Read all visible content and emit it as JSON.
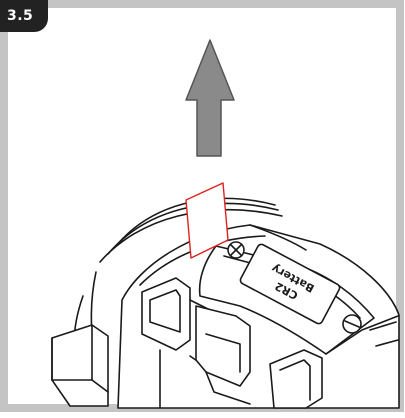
{
  "step": {
    "number": "3.5"
  },
  "battery_label": {
    "line1": "CR2",
    "line2": "Battery"
  },
  "colors": {
    "border": "#c4c4c4",
    "badge": "#222222",
    "arrow_fill": "#8a8a8a",
    "arrow_stroke": "#555555",
    "tab_red": "#e02020",
    "line": "#1a1a1a"
  },
  "icons": [
    "up-arrow-icon",
    "screw-head-icon"
  ]
}
